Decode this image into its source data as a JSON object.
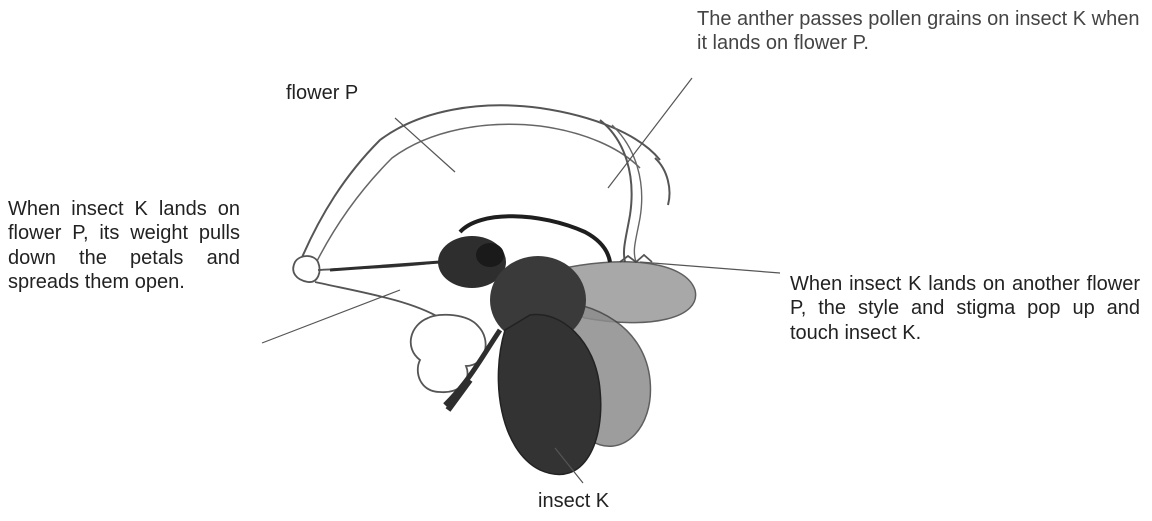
{
  "labels": {
    "anther_note": "The anther passes pollen grains on insect K when it lands on flower P.",
    "flower": "flower P",
    "petals_note": "When insect K lands on flower P, its weight pulls down the petals and spreads them open.",
    "style_note": "When insect K lands on another flower P, the style and stigma pop up and touch insect K.",
    "insect": "insect K"
  },
  "colors": {
    "line": "#555555",
    "insect_dark": "#2e2e2e",
    "insect_mid": "#3a3a3a",
    "wing": "#9a9a9a"
  }
}
